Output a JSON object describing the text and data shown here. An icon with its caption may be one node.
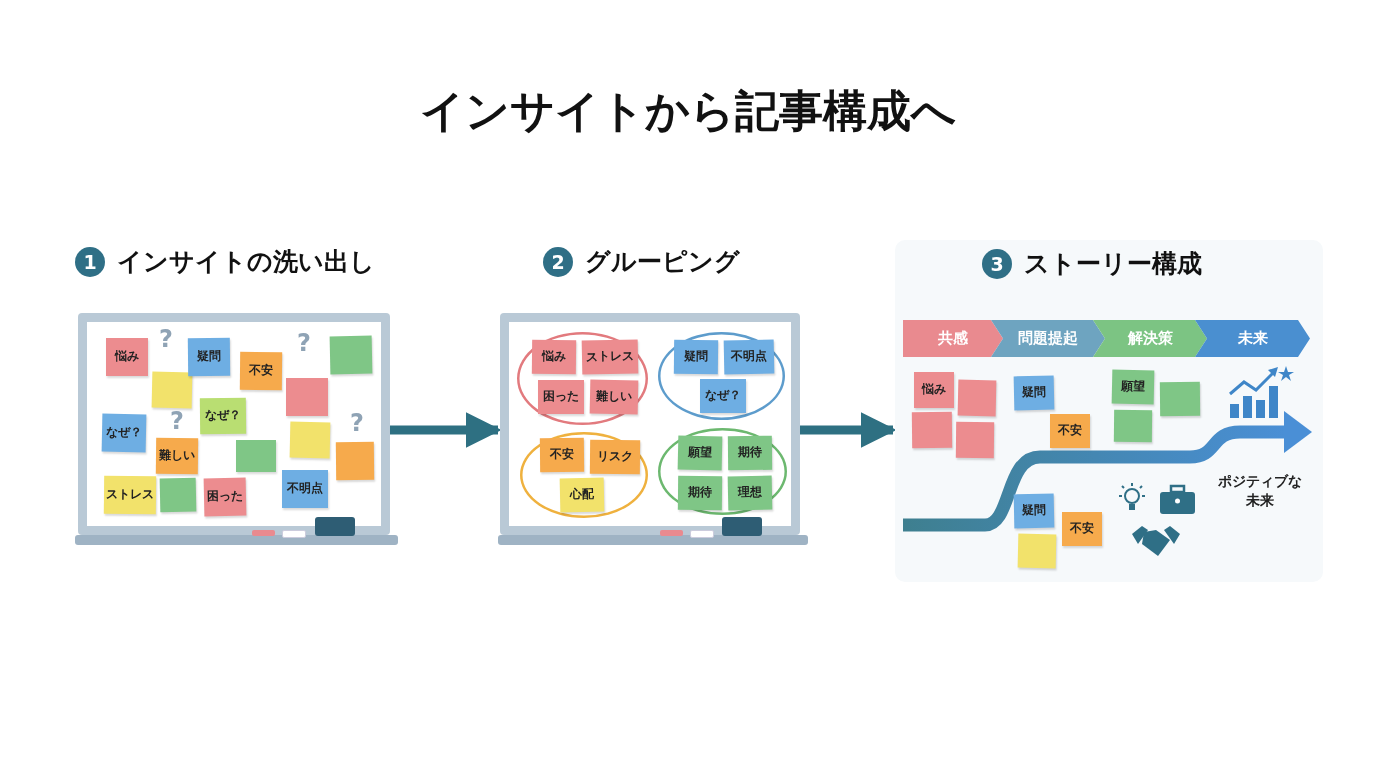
{
  "diagram": {
    "title": "インサイトから記事構成へ",
    "nodes": [
      {
        "text": [
          "1",
          "インサイトの洗い出し"
        ]
      },
      {
        "text": [
          "悩み"
        ],
        "in": 0
      },
      {
        "text": [],
        "shape": "box",
        "in": 0
      },
      {
        "text": [
          "疑問"
        ],
        "in": 0
      },
      {
        "text": [
          "不安"
        ],
        "in": 0
      },
      {
        "text": [],
        "shape": "box",
        "in": 0
      },
      {
        "text": [],
        "shape": "box",
        "in": 0
      },
      {
        "text": [
          "なぜ？"
        ],
        "in": 0
      },
      {
        "text": [
          "なぜ？"
        ],
        "in": 0
      },
      {
        "text": [
          "難しい"
        ],
        "in": 0
      },
      {
        "text": [],
        "shape": "box",
        "in": 0
      },
      {
        "text": [],
        "shape": "box",
        "in": 0
      },
      {
        "text": [],
        "shape": "box",
        "in": 0
      },
      {
        "text": [],
        "shape": "box",
        "in": 0
      },
      {
        "text": [
          "ストレス"
        ],
        "in": 0
      },
      {
        "text": [
          "困った"
        ],
        "in": 0
      },
      {
        "text": [
          "不明点"
        ],
        "in": 0
      },
      {
        "text": [
          "2",
          "グルーピング"
        ]
      },
      {
        "text": [],
        "shape": "ellipse",
        "in": 17
      },
      {
        "text": [
          "悩み"
        ],
        "in": 18
      },
      {
        "text": [
          "ストレス"
        ],
        "in": 18
      },
      {
        "text": [
          "困った"
        ],
        "in": 18
      },
      {
        "text": [
          "難しい"
        ],
        "in": 18
      },
      {
        "text": [],
        "shape": "ellipse",
        "in": 17
      },
      {
        "text": [
          "疑問"
        ],
        "in": 23
      },
      {
        "text": [
          "不明点"
        ],
        "in": 23
      },
      {
        "text": [
          "なぜ？"
        ],
        "in": 23
      },
      {
        "text": [],
        "shape": "ellipse",
        "in": 17
      },
      {
        "text": [
          "不安"
        ],
        "in": 27
      },
      {
        "text": [
          "リスク"
        ],
        "in": 27
      },
      {
        "text": [
          "心配"
        ],
        "in": 27
      },
      {
        "text": [],
        "shape": "ellipse",
        "in": 17
      },
      {
        "text": [
          "願望"
        ],
        "in": 31
      },
      {
        "text": [
          "期待"
        ],
        "in": 31
      },
      {
        "text": [
          "期待"
        ],
        "in": 31
      },
      {
        "text": [
          "理想"
        ],
        "in": 31
      },
      {
        "text": [
          "3",
          "ストーリー構成"
        ]
      },
      {
        "text": [
          "共感"
        ],
        "in": 36
      },
      {
        "text": [
          "問題提起"
        ],
        "in": 36
      },
      {
        "text": [
          "解決策"
        ],
        "in": 36
      },
      {
        "text": [
          "未来"
        ],
        "in": 36
      },
      {
        "text": [
          "悩み"
        ],
        "in": 36
      },
      {
        "text": [],
        "shape": "box",
        "in": 36
      },
      {
        "text": [],
        "shape": "box",
        "in": 36
      },
      {
        "text": [],
        "shape": "box",
        "in": 36
      },
      {
        "text": [
          "疑問"
        ],
        "in": 36
      },
      {
        "text": [
          "不安"
        ],
        "in": 36
      },
      {
        "text": [
          "願望"
        ],
        "in": 36
      },
      {
        "text": [],
        "shape": "box",
        "in": 36
      },
      {
        "text": [],
        "shape": "box",
        "in": 36
      },
      {
        "text": [
          "疑問"
        ],
        "in": 36
      },
      {
        "text": [
          "不安"
        ],
        "in": 36
      },
      {
        "text": [],
        "shape": "box",
        "in": 36
      }
    ],
    "edges": [
      {
        "from": 0,
        "to": 17,
        "arrow": "to"
      },
      {
        "from": 17,
        "to": 36,
        "arrow": "to"
      }
    ],
    "labels": [
      "?",
      "?",
      "?",
      "?",
      "ポジティブな未来"
    ]
  }
}
